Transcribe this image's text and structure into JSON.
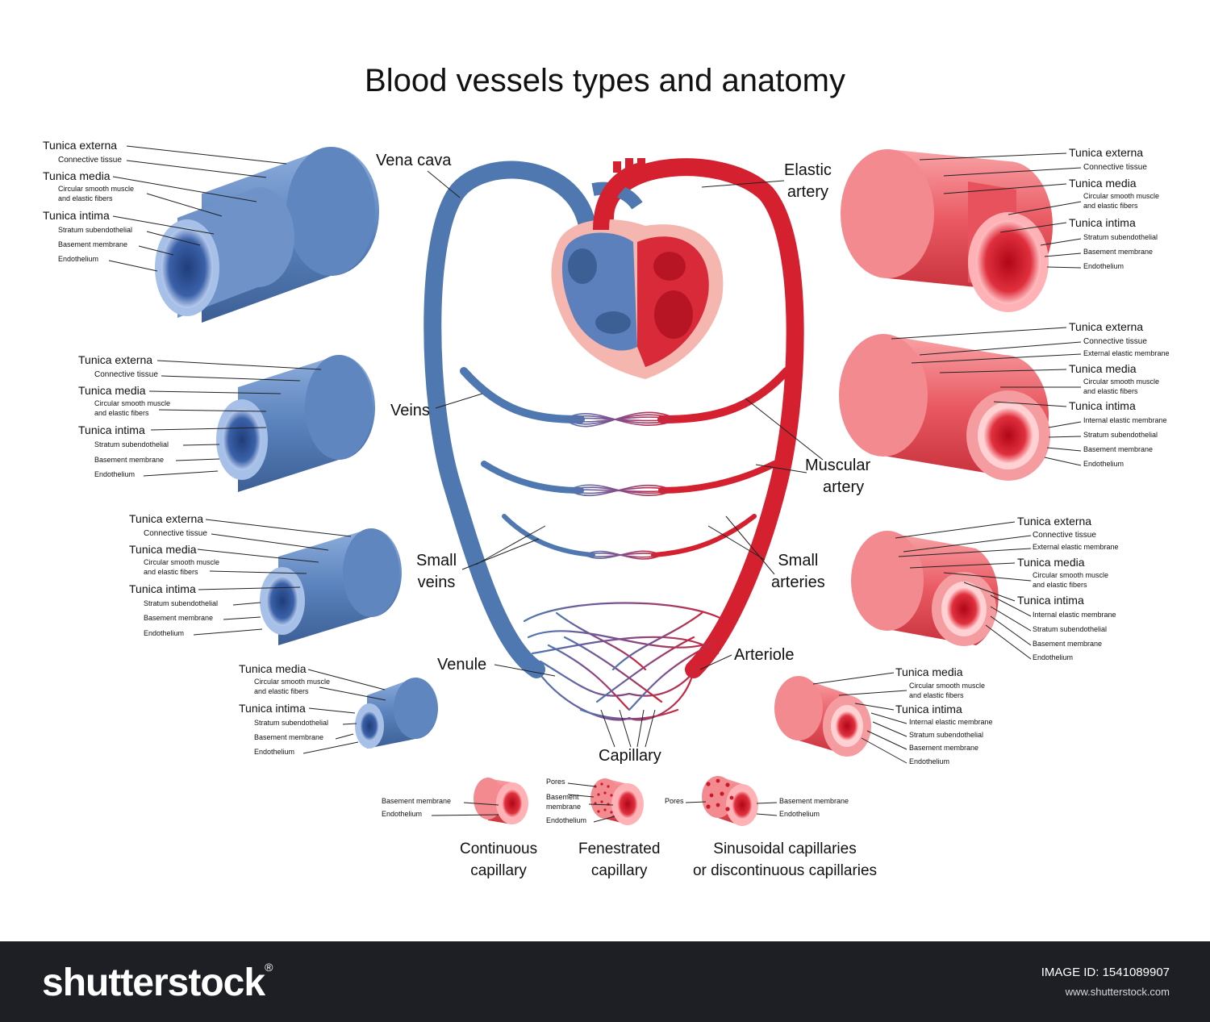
{
  "title": "Blood vessels types and anatomy",
  "watermark": {
    "brand": "shutterstock",
    "image_id_label": "IMAGE ID: 1541089907",
    "website": "www.shutterstock.com"
  },
  "center": {
    "vena_cava": "Vena cava",
    "elastic_artery": [
      "Elastic",
      "artery"
    ],
    "veins": "Veins",
    "muscular_artery": [
      "Muscular",
      "artery"
    ],
    "small_veins": [
      "Small",
      "veins"
    ],
    "small_arteries": [
      "Small",
      "arteries"
    ],
    "venule": "Venule",
    "arteriole": "Arteriole",
    "capillary": "Capillary"
  },
  "vein_large": {
    "labels": [
      "Tunica externa",
      "Connective tissue",
      "Tunica media",
      "Circular smooth muscle",
      "and elastic fibers",
      "Tunica intima",
      "Stratum subendothelial",
      "Basement membrane",
      "Endothelium"
    ]
  },
  "vein_medium": {
    "labels": [
      "Tunica externa",
      "Connective tissue",
      "Tunica media",
      "Circular smooth muscle",
      "and elastic fibers",
      "Tunica intima",
      "Stratum subendothelial",
      "Basement membrane",
      "Endothelium"
    ]
  },
  "vein_small": {
    "labels": [
      "Tunica externa",
      "Connective tissue",
      "Tunica media",
      "Circular smooth muscle",
      "and elastic fibers",
      "Tunica intima",
      "Stratum subendothelial",
      "Basement membrane",
      "Endothelium"
    ]
  },
  "venule": {
    "labels": [
      "Tunica media",
      "Circular smooth muscle",
      "and elastic fibers",
      "Tunica intima",
      "Stratum subendothelial",
      "Basement membrane",
      "Endothelium"
    ]
  },
  "artery_elastic": {
    "labels": [
      "Tunica externa",
      "Connective tissue",
      "Tunica media",
      "Circular smooth muscle",
      "and elastic fibers",
      "Tunica intima",
      "Stratum subendothelial",
      "Basement membrane",
      "Endothelium"
    ]
  },
  "artery_muscular": {
    "labels": [
      "Tunica externa",
      "Connective tissue",
      "External elastic membrane",
      "Tunica media",
      "Circular smooth muscle",
      "and elastic fibers",
      "Tunica intima",
      "Internal elastic membrane",
      "Stratum subendothelial",
      "Basement membrane",
      "Endothelium"
    ]
  },
  "artery_small": {
    "labels": [
      "Tunica externa",
      "Connective tissue",
      "External elastic membrane",
      "Tunica media",
      "Circular smooth muscle",
      "and elastic fibers",
      "Tunica intima",
      "Internal elastic membrane",
      "Stratum subendothelial",
      "Basement membrane",
      "Endothelium"
    ]
  },
  "arteriole": {
    "labels": [
      "Tunica media",
      "Circular smooth muscle",
      "and elastic fibers",
      "Tunica intima",
      "Internal elastic membrane",
      "Stratum subendothelial",
      "Basement membrane",
      "Endothelium"
    ]
  },
  "capillaries": {
    "continuous": {
      "labels": [
        "Basement membrane",
        "Endothelium"
      ],
      "caption": [
        "Continuous",
        "capillary"
      ]
    },
    "fenestrated": {
      "labels": [
        "Pores",
        "Basement",
        "membrane",
        "Endothelium"
      ],
      "caption": [
        "Fenestrated",
        "capillary"
      ]
    },
    "sinusoidal": {
      "labels": [
        "Pores",
        "Basement membrane",
        "Endothelium"
      ],
      "caption": [
        "Sinusoidal capillaries",
        "or discontinuous capillaries"
      ]
    }
  },
  "colors": {
    "vein": "#4f77b0",
    "artery": "#d4202f",
    "vein_light": "#7e9fd0",
    "artery_light": "#f07a80",
    "heart_pink": "#f6b6b0"
  }
}
